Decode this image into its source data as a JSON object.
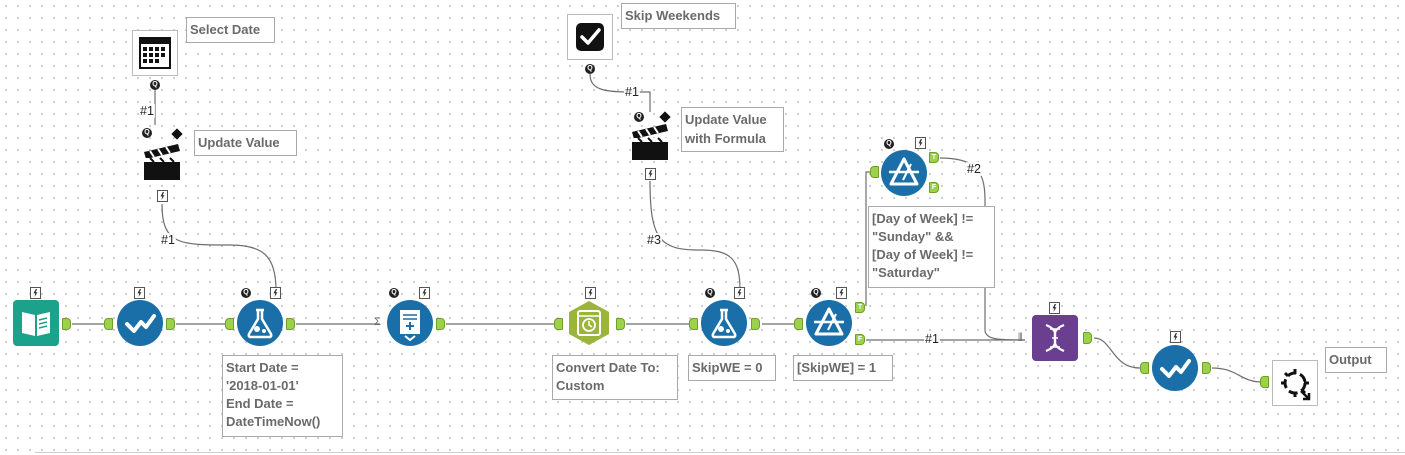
{
  "window": {
    "title": "Alteryx workflow canvas"
  },
  "annotations": {
    "select_date": "Select Date",
    "update_value": "Update Value",
    "skip_weekends": "Skip Weekends",
    "update_value_formula": "Update Value\nwith Formula",
    "formula_dates": "Start Date =\n'2018-01-01'\nEnd Date =\nDateTimeNow()",
    "convert_date": "Convert Date To:\nCustom",
    "skipwe_zero": "SkipWE = 0",
    "skipwe_filter": "[SkipWE] = 1",
    "weekday_filter": "[Day of Week] !=\n\"Sunday\" &&\n[Day of Week] !=\n\"Saturday\"",
    "output": "Output"
  },
  "connections": {
    "date_to_update": "#1",
    "update_to_formula": "#1",
    "checkbox_to_formula_update": "#1",
    "formula_update_to_formula": "#3",
    "filter_true_to_union": "#2",
    "filter_false_to_union": "#1"
  },
  "anchor_marks": {
    "true": "T",
    "false": "F",
    "question": "Q"
  },
  "icons": {
    "input": "text-input-icon",
    "select": "select-icon",
    "formula": "formula-icon",
    "generate_rows": "generate-rows-icon",
    "datetime": "datetime-icon",
    "filter": "filter-icon",
    "union": "union-icon",
    "output": "macro-output-icon",
    "date_picker": "date-picker-icon",
    "checkbox": "checkbox-icon",
    "action": "action-clapperboard-icon"
  },
  "colors": {
    "input_tool": "#1ba28a",
    "blue_tool": "#1b6fa8",
    "datetime_tool": "#9bb43c",
    "union_tool": "#6a3f8f",
    "anchor": "#9cd24a",
    "label_text": "#6a6a6a"
  }
}
